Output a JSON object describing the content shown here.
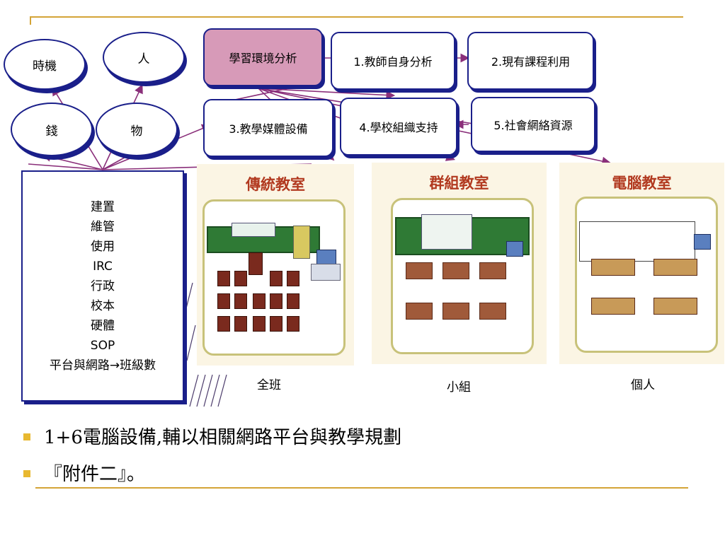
{
  "ovals": [
    {
      "id": "timing",
      "label": "時機"
    },
    {
      "id": "people",
      "label": "人"
    },
    {
      "id": "money",
      "label": "錢"
    },
    {
      "id": "material",
      "label": "物"
    }
  ],
  "boxes": {
    "main": "學習環境分析",
    "b1": "1.教師自身分析",
    "b2": "2.現有課程利用",
    "b3": "3.教學媒體設備",
    "b4": "4.學校組織支持",
    "b5": "5.社會網絡資源"
  },
  "list_items": [
    "建置",
    "維管",
    "使用",
    "IRC",
    "行政",
    "校本",
    "硬體",
    "SOP",
    "平台與網路→班級數"
  ],
  "rooms": [
    {
      "title": "傳統教室",
      "caption": "全班"
    },
    {
      "title": "群組教室",
      "caption": "小組"
    },
    {
      "title": "電腦教室",
      "caption": "個人"
    }
  ],
  "bullets": [
    "1+6電腦設備,輔以相關網路平台與教學規劃",
    "『附件二』。"
  ],
  "colors": {
    "accent_line": "#d4a437",
    "border": "#1a1f8a",
    "arrow": "#8a2f7a",
    "title_red": "#b23a20",
    "main_box": "#d79ab8"
  }
}
